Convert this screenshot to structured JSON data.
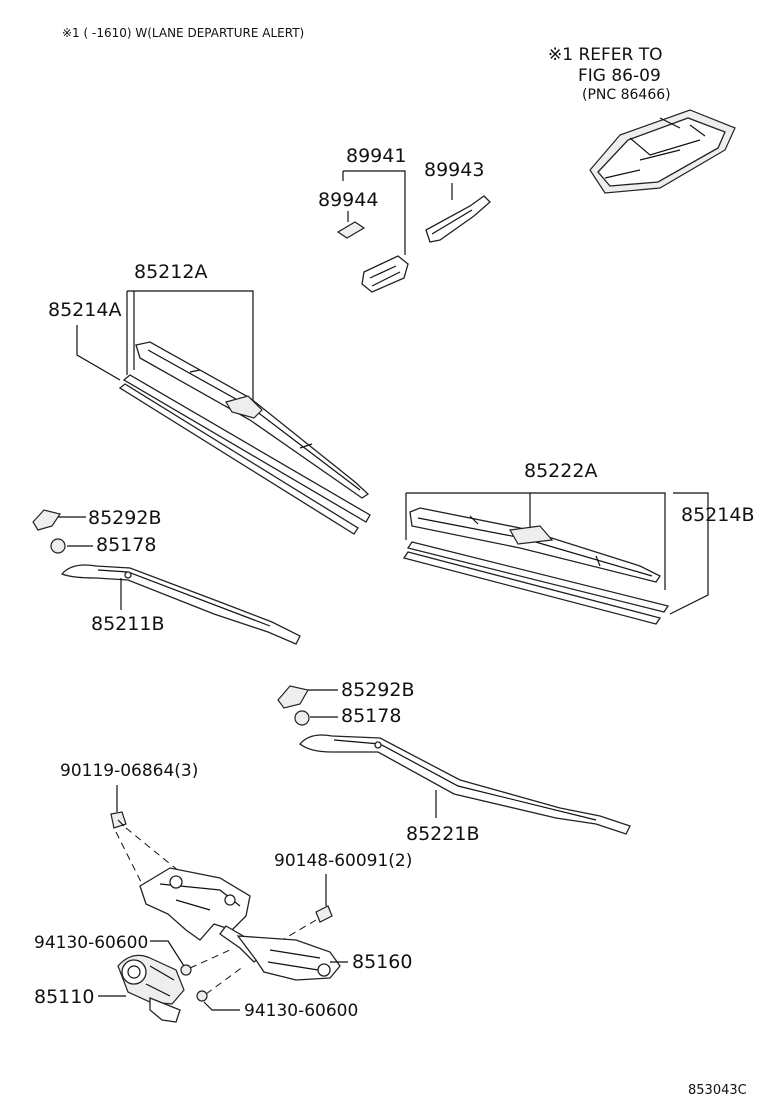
{
  "header_note": "※1 (      -1610) W(LANE DEPARTURE ALERT)",
  "refer": {
    "line1": "※1 REFER TO",
    "line2": "FIG 86-09",
    "line3": "(PNC 86466)"
  },
  "labels": {
    "p89941": "89941",
    "p89944": "89944",
    "p89943": "89943",
    "p85212A": "85212A",
    "p85214A": "85214A",
    "p85222A": "85222A",
    "p85214B": "85214B",
    "p85292B_left": "85292B",
    "p85178_left": "85178",
    "p85211B": "85211B",
    "p85292B_right": "85292B",
    "p85178_right": "85178",
    "p85221B": "85221B",
    "p90119": "90119-06864(3)",
    "p90148": "90148-60091(2)",
    "p94130_upper": "94130-60600",
    "p85160": "85160",
    "p85110": "85110",
    "p94130_lower": "94130-60600"
  },
  "figure_code": "853043C"
}
